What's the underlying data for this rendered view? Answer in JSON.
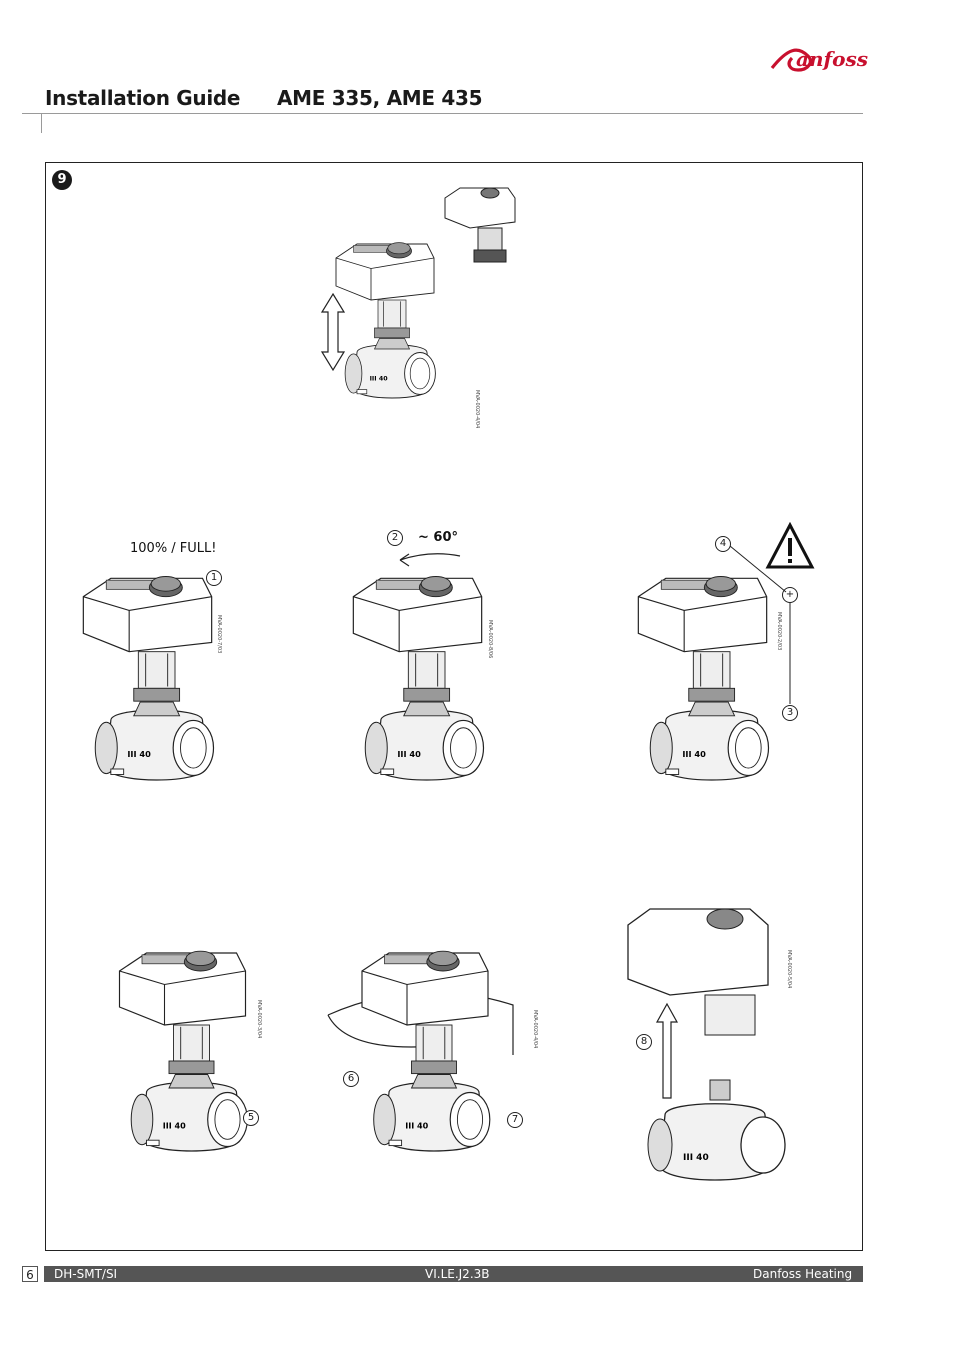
{
  "header": {
    "logo": "Danfoss",
    "title": "Installation Guide",
    "product": "AME 335, AME 435"
  },
  "figure": {
    "number": "9",
    "top_code": "MVA-0020-4/04",
    "row2": {
      "a": {
        "label": "100% / FULL!",
        "step": "1",
        "code": "MVA-0020-7/03"
      },
      "b": {
        "step": "2",
        "angle": "~ 60°",
        "code": "MVA-0020-8/06"
      },
      "c": {
        "step_top": "4",
        "plus": "+",
        "step_bottom": "3",
        "code": "MVA-0020-2/03"
      }
    },
    "row3": {
      "a": {
        "step": "5",
        "code": "MVA-0020-3/04"
      },
      "b": {
        "step_left": "6",
        "step_right": "7",
        "code": "MVA-0020-4/04"
      },
      "c": {
        "step": "8",
        "code": "MVA-0020-5/04"
      }
    },
    "valve_marks": "40"
  },
  "footer": {
    "page": "6",
    "left": "DH-SMT/SI",
    "center": "VI.LE.J2.3B",
    "right": "Danfoss Heating"
  }
}
